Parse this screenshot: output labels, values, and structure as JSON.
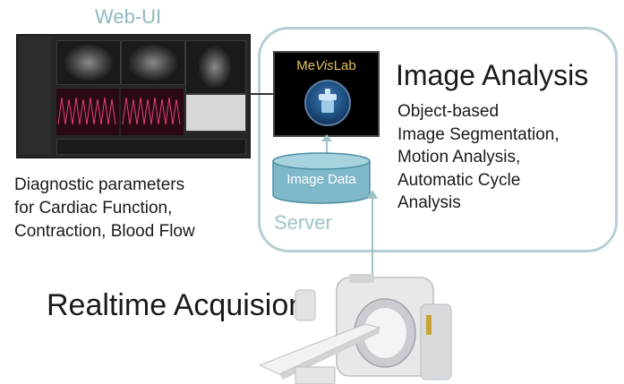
{
  "webui": {
    "label": "Web-UI"
  },
  "diagnostic": {
    "lines": [
      "Diagnostic parameters",
      "for Cardiac Function,",
      "Contraction, Blood Flow"
    ]
  },
  "server": {
    "label": "Server",
    "mevislab": {
      "prefix": "Me",
      "italic": "Vis",
      "suffix": "Lab"
    },
    "database_label": "Image Data"
  },
  "image_analysis": {
    "title": "Image Analysis",
    "items": [
      "Object-based",
      "Image Segmentation,",
      "Motion Analysis,",
      "Automatic Cycle",
      "Analysis"
    ]
  },
  "acquisition": {
    "label": "Realtime Acquision"
  },
  "colors": {
    "accent_teal": "#9fc3c8",
    "mevis_gold": "#e3c15a",
    "database_fill": "#7fb9c9"
  }
}
